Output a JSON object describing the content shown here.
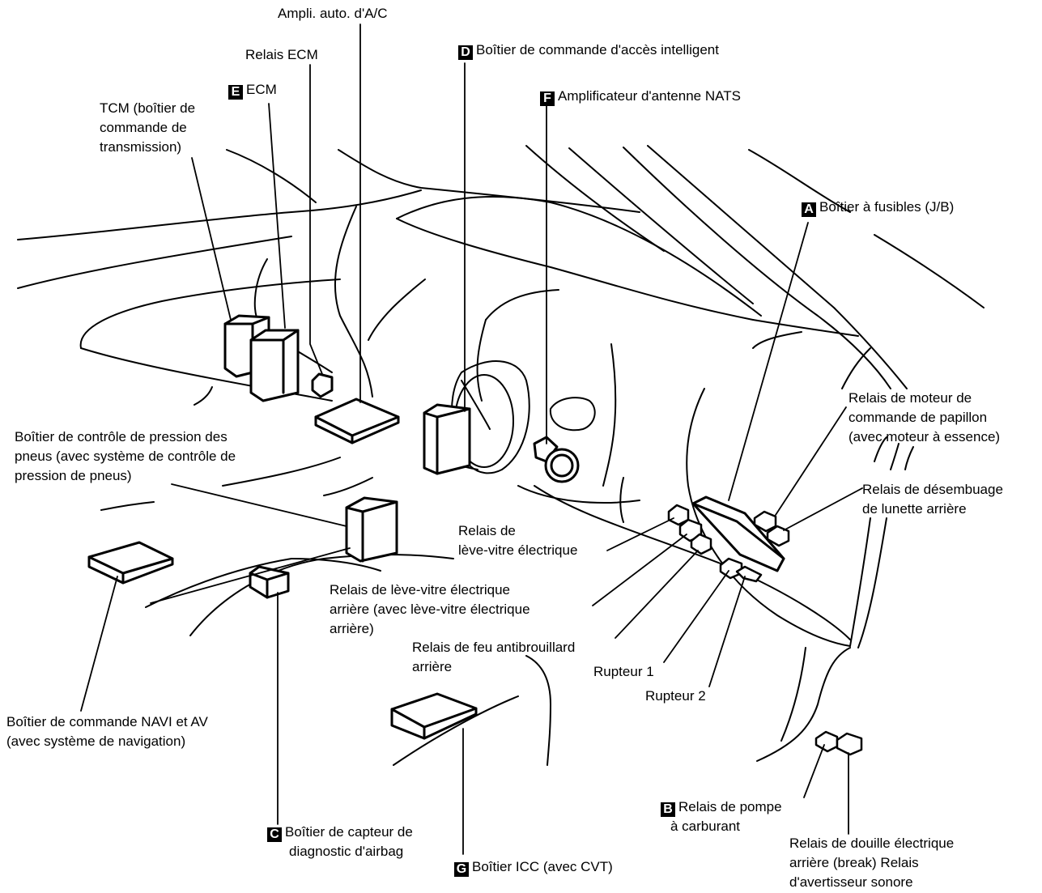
{
  "labels": {
    "ampli": "Ampli. auto. d'A/C",
    "relais_ecm": "Relais ECM",
    "ecm": "ECM",
    "ecm_badge": "E",
    "tcm": [
      "TCM (boîtier de",
      "commande de",
      "transmission)"
    ],
    "boitier_acces": "Boîtier de commande d'accès intelligent",
    "boitier_acces_badge": "D",
    "nats": "Amplificateur d'antenne NATS",
    "nats_badge": "F",
    "fusibles": "Boîtier à fusibles (J/B)",
    "fusibles_badge": "A",
    "pression": [
      "Boîtier de contrôle de pression des",
      "pneus (avec système de contrôle de",
      "pression de pneus)"
    ],
    "papillon": [
      "Relais de moteur de",
      "commande de papillon",
      "(avec moteur à essence)"
    ],
    "desembuage": [
      "Relais de désembuage",
      "de lunette arrière"
    ],
    "leve_vitre": [
      "Relais de",
      "lève-vitre électrique"
    ],
    "leve_vitre_arr": [
      "Relais de lève-vitre électrique",
      "arrière (avec lève-vitre électrique",
      "arrière)"
    ],
    "antibrouillard": [
      "Relais de feu antibrouillard",
      "arrière"
    ],
    "rupteur1": "Rupteur 1",
    "rupteur2": "Rupteur 2",
    "navi": [
      "Boîtier de commande NAVI et AV",
      "(avec système de navigation)"
    ],
    "airbag": [
      "Boîtier de capteur de",
      "diagnostic d'airbag"
    ],
    "airbag_badge": "C",
    "icc": "Boîtier ICC (avec CVT)",
    "icc_badge": "G",
    "pompe": [
      "Relais de pompe",
      "à carburant"
    ],
    "pompe_badge": "B",
    "douille": [
      "Relais de douille électrique",
      "arrière (break) Relais",
      "d'avertisseur sonore"
    ]
  }
}
